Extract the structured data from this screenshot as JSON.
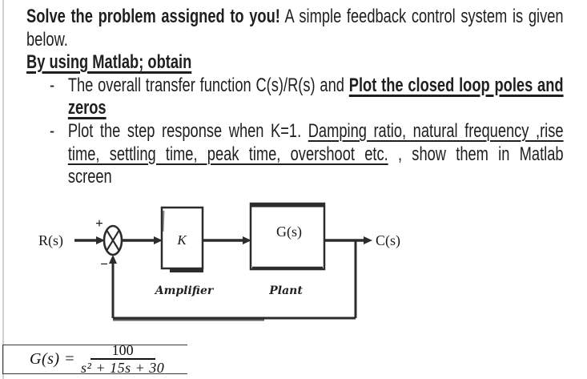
{
  "page": {
    "background": "#ffffff",
    "text_color": "#1f1f1f",
    "page_edge_color": "#cfcfcf",
    "diagram_ink": "#2c2c2c"
  },
  "document": {
    "intro_bold": "Solve the problem assigned to you!",
    "intro_rest": "A simple feedback control system is given",
    "intro_line2": "below.",
    "heading": "By using Matlab; obtain",
    "bullet": "-",
    "item1": {
      "normal": "The overall transfer function C(s)/R(s) and",
      "bold_underlined_line1": "Plot the closed loop poles and",
      "bold_underlined_line2": "zeros"
    },
    "item2": {
      "normal": "Plot the step response when K=1.",
      "underlined_line1": "Damping ratio, natural frequency ,rise",
      "underlined_line2": "time, settling time, peak time, overshoot etc.",
      "tail": ", show them in Matlab",
      "last_line": "screen"
    }
  },
  "diagram": {
    "input_label": "R(s)",
    "plus_sign": "+",
    "minus_sign": "−",
    "amplifier_symbol": "K",
    "amplifier_caption": "Amplifier",
    "plant_symbol": "G(s)",
    "plant_caption": "Plant",
    "output_label": "C(s)"
  },
  "formula": {
    "lhs": "G(s) =",
    "numerator": "100",
    "denominator": "s² + 15s + 30"
  }
}
